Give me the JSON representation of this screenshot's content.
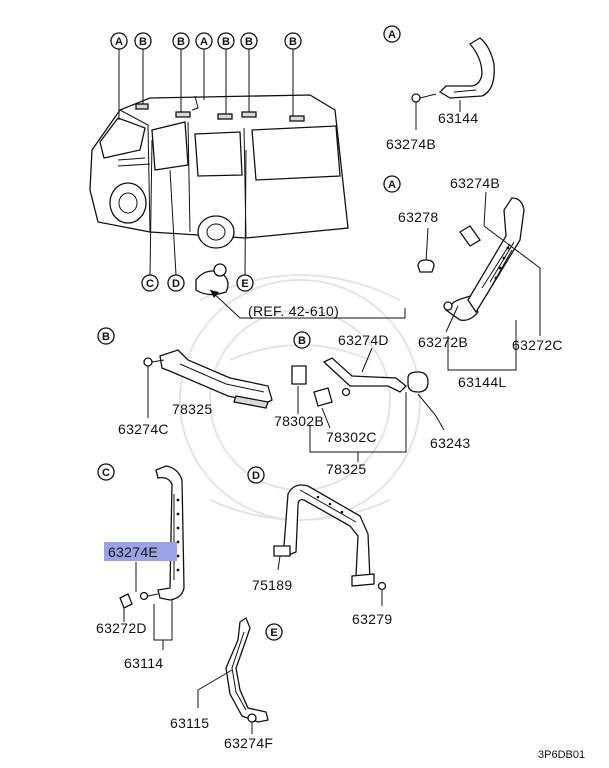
{
  "diagram_code": "3P6DB01",
  "reference": "(REF. 42-610)",
  "vehicle_callouts_top": [
    "A",
    "B",
    "B",
    "A",
    "B",
    "B",
    "B"
  ],
  "vehicle_callouts_bottom": [
    "C",
    "D",
    "E"
  ],
  "section_labels": {
    "a1": "A",
    "a2": "A",
    "b": "B",
    "b2": "B",
    "c": "C",
    "d": "D",
    "e": "E"
  },
  "parts": {
    "p63144": "63144",
    "p63274B_a": "63274B",
    "p63274B_b": "63274B",
    "p63278": "63278",
    "p63272B": "63272B",
    "p63272C": "63272C",
    "p63144L": "63144L",
    "p78325_b": "78325",
    "p63274C": "63274C",
    "p63274D": "63274D",
    "p78302B": "78302B",
    "p78302C": "78302C",
    "p63243": "63243",
    "p78325_b2": "78325",
    "p63274E": "63274E",
    "p63272D": "63272D",
    "p63114": "63114",
    "p75189": "75189",
    "p63279": "63279",
    "p63115": "63115",
    "p63274F": "63274F"
  },
  "highlight_color": "#9aa3e8"
}
